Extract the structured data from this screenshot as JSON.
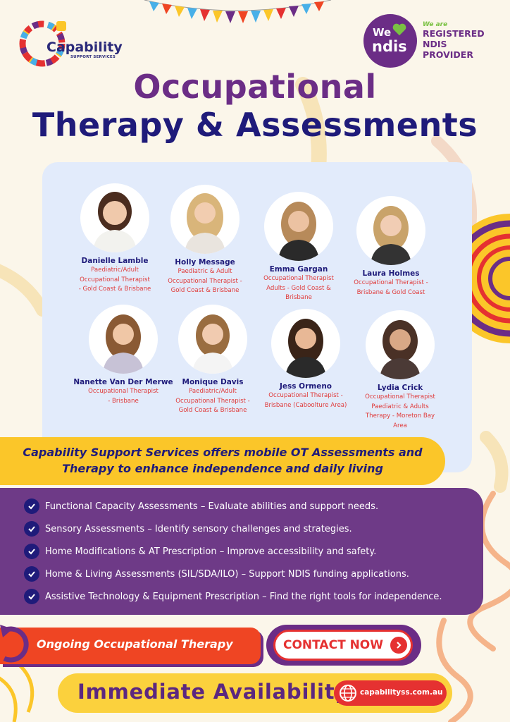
{
  "brand": {
    "name": "Capability",
    "tagline": "SUPPORT SERVICES"
  },
  "ndis": {
    "we": "We",
    "word": "ndis",
    "badge_pre": "We are",
    "badge_lines": [
      "REGISTERED",
      "NDIS",
      "PROVIDER"
    ]
  },
  "title": {
    "line1": "Occupational",
    "line2": "Therapy & Assessments"
  },
  "team": [
    {
      "name": "Danielle Lamble",
      "role": [
        "Paediatric/Adult",
        "Occupational Therapist",
        "- Gold Coast & Brisbane"
      ]
    },
    {
      "name": "Holly Message",
      "role": [
        "Paediatric & Adult",
        "Occupational Therapist -",
        "Gold Coast & Brisbane"
      ]
    },
    {
      "name": "Emma Gargan",
      "role": [
        "Occupational Therapist",
        "Adults - Gold Coast &",
        "Brisbane"
      ]
    },
    {
      "name": "Laura Holmes",
      "role": [
        "Occupational Therapist -",
        "Brisbane & Gold Coast"
      ]
    },
    {
      "name": "Nanette Van Der Merwe",
      "role": [
        "Occupational Therapist",
        "- Brisbane"
      ]
    },
    {
      "name": "Monique Davis",
      "role": [
        "Paediatric/Adult",
        "Occupational Therapist -",
        "Gold Coast & Brisbane"
      ]
    },
    {
      "name": "Jess Ormeno",
      "role": [
        "Occupational Therapist -",
        "Brisbane (Caboolture Area)"
      ]
    },
    {
      "name": "Lydia Crick",
      "role": [
        "Occupational Therapist",
        "Paediatric & Adults",
        "Therapy - Moreton Bay",
        "Area"
      ]
    }
  ],
  "banner": {
    "line1": "Capability Support Services offers mobile OT Assessments and",
    "line2": "Therapy to enhance independence and daily living"
  },
  "services": [
    "Functional Capacity Assessments – Evaluate abilities and support needs.",
    "Sensory Assessments – Identify sensory challenges and strategies.",
    "Home Modifications & AT Prescription – Improve accessibility and safety.",
    "Home & Living Assessments (SIL/SDA/ILO) – Support NDIS funding applications.",
    "Assistive Technology & Equipment Prescription – Find the right tools for independence."
  ],
  "cta": {
    "ongoing": "Ongoing Occupational Therapy",
    "contact": "CONTACT NOW",
    "availability": "Immediate Availability",
    "website": "capabilityss.com.au"
  },
  "colors": {
    "purple": "#6b2d86",
    "navy": "#1f1b7a",
    "red": "#e53131",
    "orange": "#ef4523",
    "yellow": "#fbc629",
    "panel": "#e2ebfb"
  }
}
